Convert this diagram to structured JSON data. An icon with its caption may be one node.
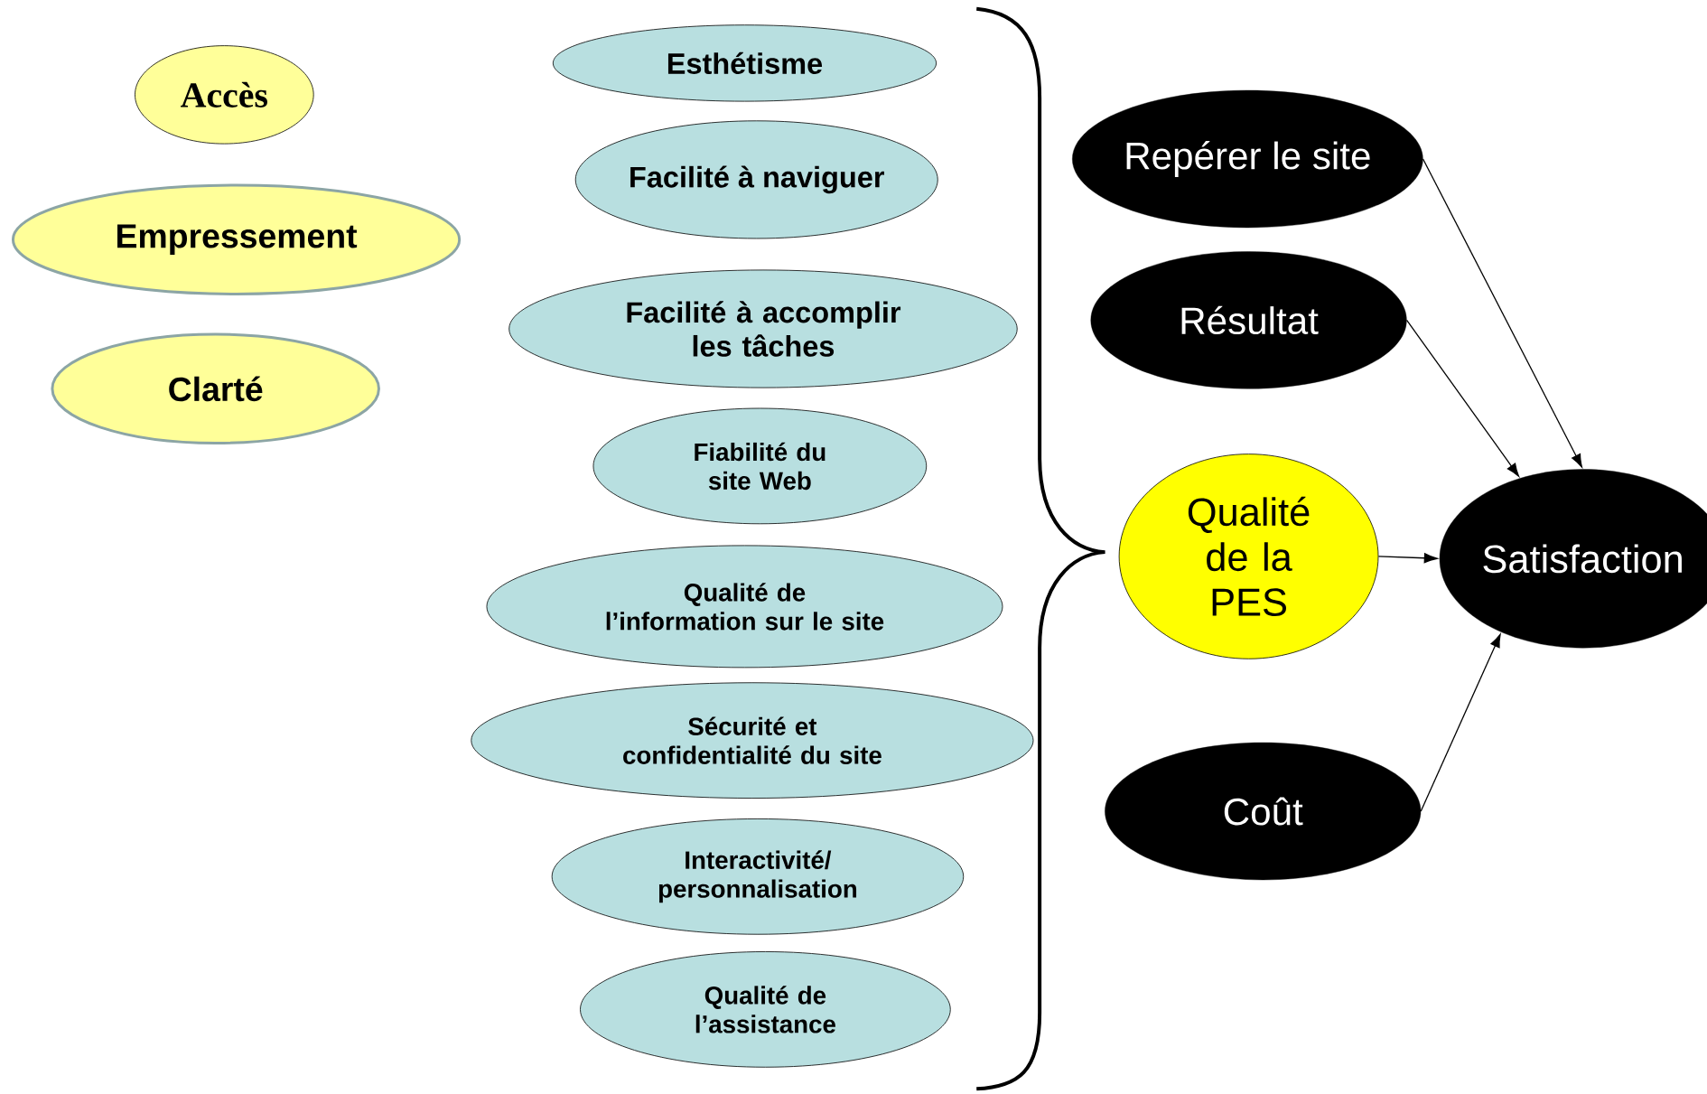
{
  "diagram": {
    "nodes": [
      {
        "text": [
          "Accès"
        ]
      },
      {
        "text": [
          "Empressement"
        ]
      },
      {
        "text": [
          "Clarté"
        ]
      },
      {
        "text": [
          "Esthétisme"
        ]
      },
      {
        "text": [
          "Facilité à naviguer"
        ]
      },
      {
        "text": [
          "Facilité à accomplir les tâches"
        ]
      },
      {
        "text": [
          "Fiabilité du site Web"
        ]
      },
      {
        "text": [
          "Qualité de l’information sur le site"
        ]
      },
      {
        "text": [
          "Sécurité et confidentialité du site"
        ]
      },
      {
        "text": [
          "Interactivité/ personnalisation"
        ]
      },
      {
        "text": [
          "Qualité de l’assistance"
        ]
      },
      {
        "text": [
          "Repérer le site"
        ]
      },
      {
        "text": [
          "Résultat"
        ]
      },
      {
        "text": [
          "Qualité de la PES"
        ]
      },
      {
        "text": [
          "Coût"
        ]
      },
      {
        "text": [
          "Satisfaction"
        ]
      }
    ],
    "edges": [
      {
        "from": 11,
        "to": 15,
        "arrow": "to"
      },
      {
        "from": 12,
        "to": 15,
        "arrow": "to"
      },
      {
        "from": 13,
        "to": 15,
        "arrow": "to"
      },
      {
        "from": 14,
        "to": 15,
        "arrow": "to"
      }
    ]
  }
}
